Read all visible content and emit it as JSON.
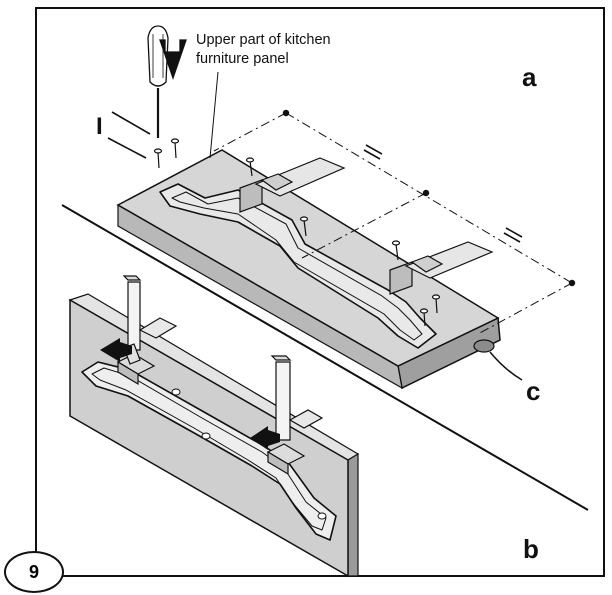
{
  "caption": {
    "line1": "Upper part of kitchen",
    "line2": "furniture panel"
  },
  "labels": {
    "a": "a",
    "b": "b",
    "c": "c",
    "equal_mark": "=",
    "left_mark": "I"
  },
  "step_number": "9",
  "colors": {
    "panel_gray": "#d6d6d6",
    "panel_dark": "#a8a8a8",
    "line": "#111111"
  }
}
